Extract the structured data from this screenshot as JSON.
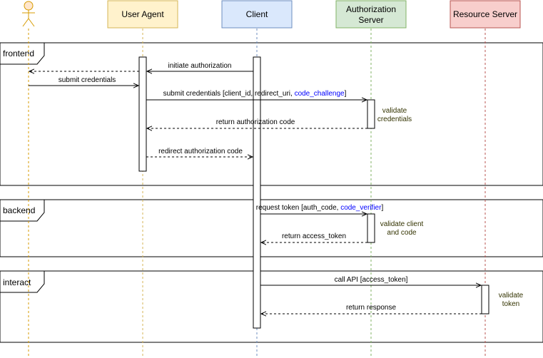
{
  "participants": {
    "actor": {
      "label": ""
    },
    "user_agent": {
      "label": "User Agent",
      "fill": "#fff2cc",
      "stroke": "#d6b656"
    },
    "client": {
      "label": "Client",
      "fill": "#dae8fc",
      "stroke": "#6c8ebf"
    },
    "auth_server": {
      "label_line1": "Authorization",
      "label_line2": "Server",
      "fill": "#d5e8d4",
      "stroke": "#82b366"
    },
    "resource_server": {
      "label": "Resource Server",
      "fill": "#f8cecc",
      "stroke": "#b85450"
    }
  },
  "frames": {
    "frontend": {
      "title": "frontend"
    },
    "backend": {
      "title": "backend"
    },
    "interact": {
      "title": "interact"
    }
  },
  "messages": {
    "initiate_authorization": "initiate authorization",
    "submit_credentials": "submit credentials",
    "submit_credentials_pkce_prefix": "submit credentials [client_id, redirect_uri, ",
    "submit_credentials_pkce_param": "code_challenge",
    "submit_credentials_pkce_suffix": "]",
    "return_authorization_code": "return authorization code",
    "redirect_authorization_code": "redirect authorization code",
    "request_token_prefix": "request token [auth_code, ",
    "request_token_param": "code_verifier",
    "request_token_suffix": "]",
    "return_access_token": "return access_token",
    "call_api": "call API [access_token]",
    "return_response": "return response"
  },
  "notes": {
    "validate_credentials_line1": "validate",
    "validate_credentials_line2": "credentials",
    "validate_client_line1": "validate client",
    "validate_client_line2": "and code",
    "validate_token_line1": "validate",
    "validate_token_line2": "token"
  },
  "colors": {
    "highlight_param": "#0000ff",
    "note_text": "#333300",
    "frame_border": "#000000"
  }
}
